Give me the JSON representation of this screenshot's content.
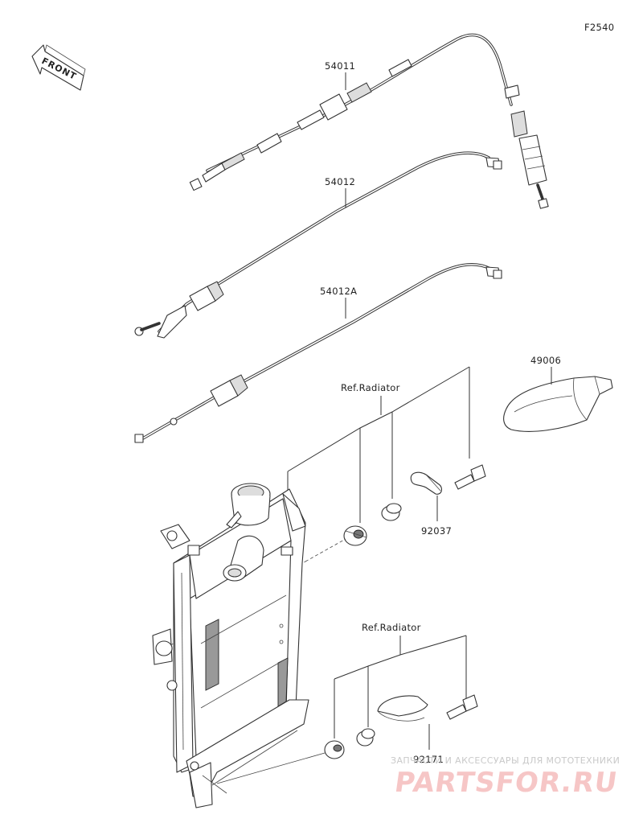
{
  "figure_code": "F2540",
  "direction_label": "FRONT",
  "parts": {
    "p54011": "54011",
    "p54012": "54012",
    "p54012a": "54012A",
    "p49006": "49006",
    "p92037": "92037",
    "p92171": "92171"
  },
  "refs": {
    "ref_top": "Ref.Radiator",
    "ref_bottom": "Ref.Radiator"
  },
  "watermark": {
    "tagline": "ЗАПЧАСТИ И АКСЕССУАРЫ ДЛЯ МОТОТЕХНИКИ",
    "brand": "PARTSFOR.RU"
  },
  "colors": {
    "line": "#333333",
    "watermark_text": "#f6c6c6"
  }
}
